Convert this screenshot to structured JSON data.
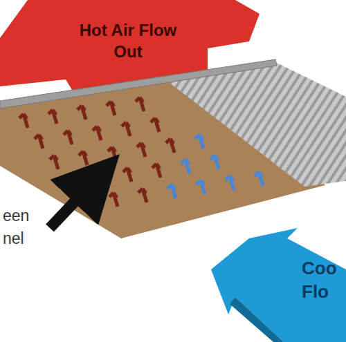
{
  "diagram": {
    "nodes": [
      {
        "text": [
          "Hot Air Flow Out"
        ]
      },
      {
        "text": [
          "Coo Flo"
        ]
      }
    ],
    "labels": [
      "een nel"
    ]
  }
}
